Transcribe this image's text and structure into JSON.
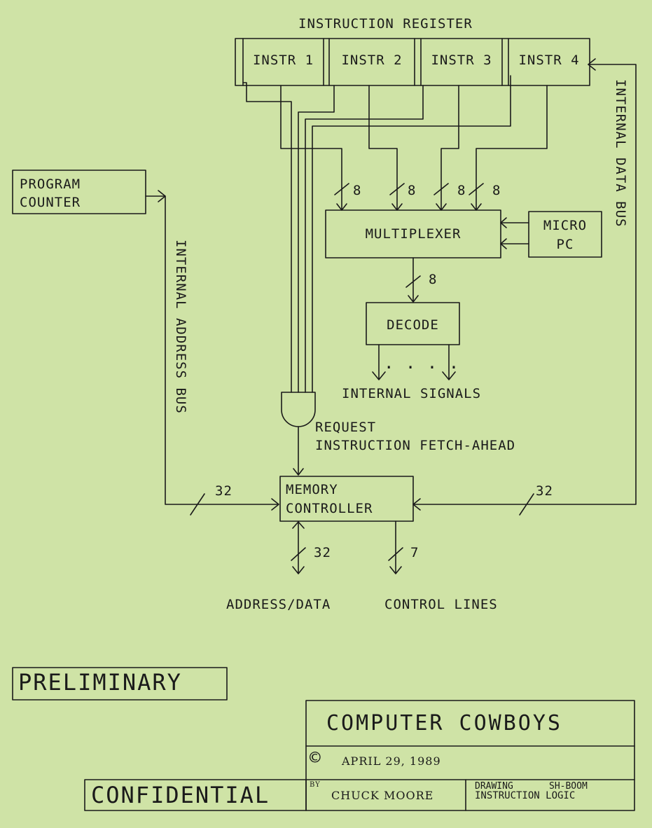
{
  "register_title": "INSTRUCTION REGISTER",
  "instructions": [
    "INSTR 1",
    "INSTR 2",
    "INSTR 3",
    "INSTR 4"
  ],
  "program_counter": [
    "PROGRAM",
    "COUNTER"
  ],
  "multiplexer": "MULTIPLEXER",
  "micro_pc": [
    "MICRO",
    "PC"
  ],
  "decode": "DECODE",
  "internal_signals": "INTERNAL SIGNALS",
  "dots": ". . . .",
  "request": [
    "REQUEST",
    "INSTRUCTION FETCH-AHEAD"
  ],
  "memory_controller": [
    "MEMORY",
    "CONTROLLER"
  ],
  "internal_address_bus": "INTERNAL ADDRESS BUS",
  "internal_data_bus": "INTERNAL DATA BUS",
  "bus_widths": {
    "instr": [
      "8",
      "8",
      "8",
      "8"
    ],
    "decode": "8",
    "address_in": "32",
    "data_in": "32",
    "address_data": "32",
    "control": "7"
  },
  "outputs": {
    "address_data": "ADDRESS/DATA",
    "control_lines": "CONTROL LINES"
  },
  "stamps": {
    "preliminary": "PRELIMINARY",
    "confidential": "CONFIDENTIAL"
  },
  "title_block": {
    "company": "COMPUTER COWBOYS",
    "copyright_symbol": "©",
    "date": "APRIL 29, 1989",
    "by_label": "BY",
    "author": "CHUCK MOORE",
    "drawing_label": "DRAWING",
    "drawing_id": "SH-BOOM",
    "drawing_title": "INSTRUCTION LOGIC"
  }
}
